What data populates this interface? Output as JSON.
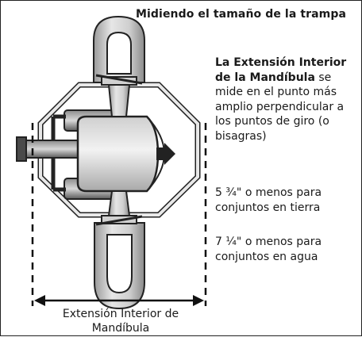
{
  "title": "Midiendo el tamaño de la trampa",
  "description": {
    "bold": "La Extensión Interior de la Mandíbula",
    "rest": " se mide en el punto más amplio perpendicular a los puntos de giro (o bisagras)"
  },
  "specs": [
    "5 ¾\" o menos para conjuntos en tierra",
    "7 ¼\" o menos para conjuntos en agua"
  ],
  "caption": "Extensión Interior de Mandíbula",
  "colors": {
    "dark": "#222222",
    "metal_light": "#e4e4e4",
    "metal_mid": "#b8b8b8",
    "metal_dark": "#6a6a6a"
  }
}
